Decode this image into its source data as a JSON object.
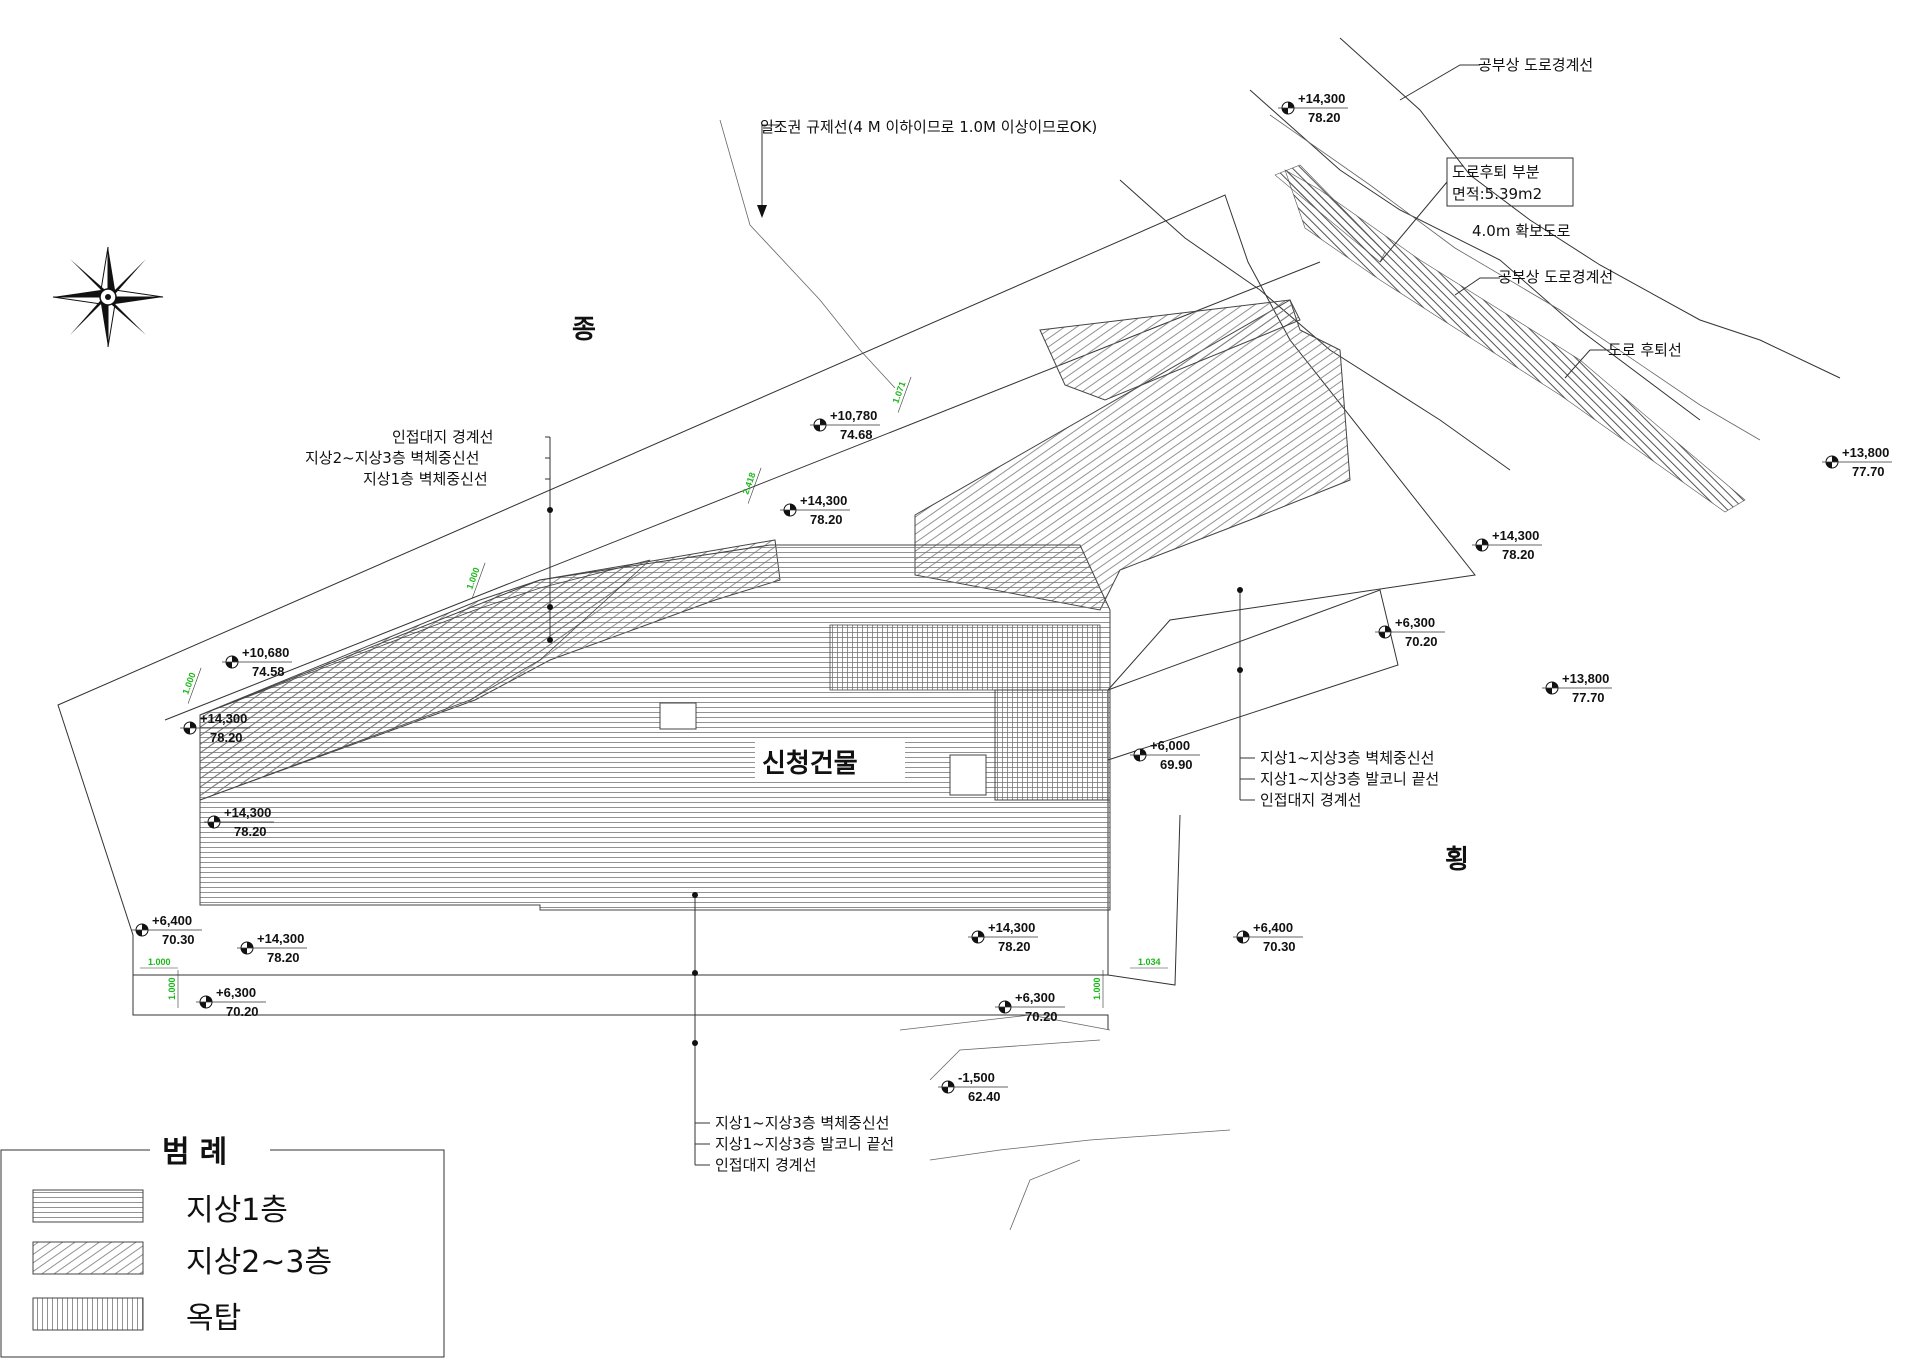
{
  "building_label": "신청건물",
  "direction_long": "종",
  "direction_short": "횡",
  "top_notes": {
    "sunlight": "일조권 규제선(4 M 이하이므로  1.0M 이상이므로OK)",
    "road_boundary_1": "공부상 도로경계선",
    "road_receding_box": [
      "도로후퇴 부분",
      "면적:5.39m2"
    ],
    "road_secured": "4.0m 확보도로",
    "road_boundary_2": "공부상 도로경계선",
    "road_receding_line": "도로 후퇴선"
  },
  "left_notes": [
    "인접대지 경계선",
    "지상2~지상3층 벽체중신선",
    "지상1층 벽체중신선"
  ],
  "right_notes": [
    "지상1~지상3층 벽체중신선",
    "지상1~지상3층 발코니 끝선",
    "인접대지 경계선"
  ],
  "bottom_notes": [
    "지상1~지상3층 벽체중신선",
    "지상1~지상3층 발코니 끝선",
    "인접대지 경계선"
  ],
  "levels": [
    {
      "a": "+14,300",
      "b": "78.20"
    },
    {
      "a": "+10,780",
      "b": "74.68"
    },
    {
      "a": "+14,300",
      "b": "78.20"
    },
    {
      "a": "+14,300",
      "b": "78.20"
    },
    {
      "a": "+13,800",
      "b": "77.70"
    },
    {
      "a": "+10,680",
      "b": "74.58"
    },
    {
      "a": "+14,300",
      "b": "78.20"
    },
    {
      "a": "+6,300",
      "b": "70.20"
    },
    {
      "a": "+13,800",
      "b": "77.70"
    },
    {
      "a": "+6,000",
      "b": "69.90"
    },
    {
      "a": "+14,300",
      "b": "78.20"
    },
    {
      "a": "+6,400",
      "b": "70.30"
    },
    {
      "a": "+14,300",
      "b": "78.20"
    },
    {
      "a": "+14,300",
      "b": "78.20"
    },
    {
      "a": "+6,400",
      "b": "70.30"
    },
    {
      "a": "+6,300",
      "b": "70.20"
    },
    {
      "a": "+6,300",
      "b": "70.20"
    },
    {
      "a": "-1,500",
      "b": "62.40"
    }
  ],
  "dims": [
    "1.071",
    "2.418",
    "1.000",
    "1.000",
    "1.000",
    "1.000",
    "1.000",
    "1.034"
  ],
  "legend": {
    "title": "범례",
    "items": [
      {
        "label": "지상1층",
        "pattern": "horizontal"
      },
      {
        "label": "지상2~3층",
        "pattern": "diagonal"
      },
      {
        "label": "옥탑",
        "pattern": "vertical"
      }
    ]
  },
  "colors": {
    "dimension_text": "#18b818",
    "line": "#333333",
    "hatch": "#777777"
  }
}
